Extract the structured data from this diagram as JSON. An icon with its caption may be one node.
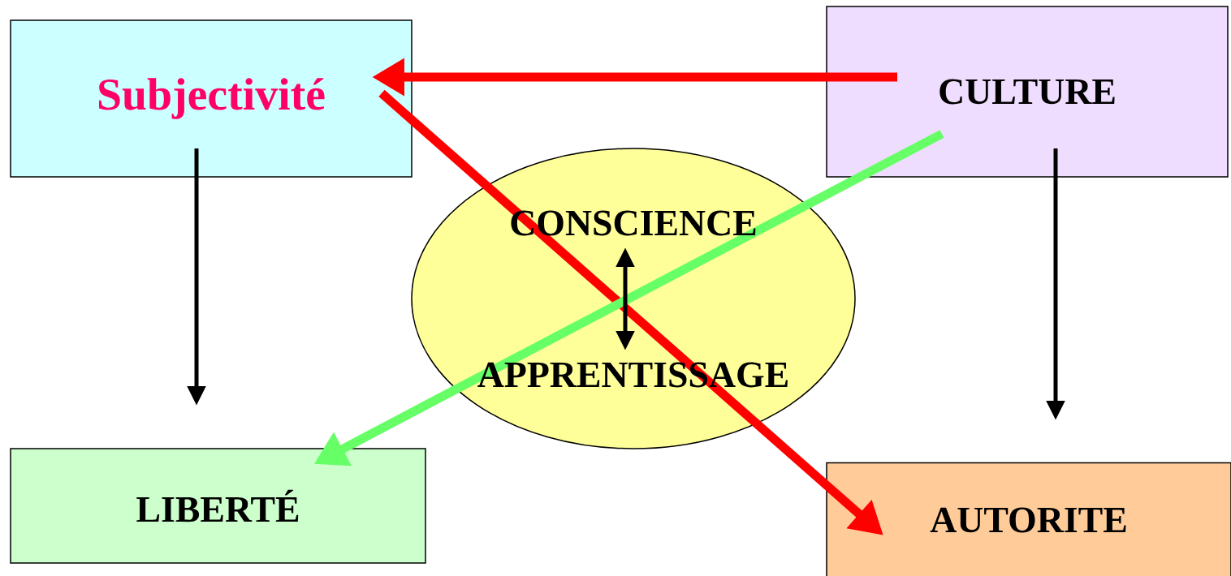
{
  "diagram": {
    "nodes": [
      {
        "text": [
          "Subjectivité"
        ]
      },
      {
        "text": [
          "CULTURE"
        ]
      },
      {
        "text": [],
        "shape": "ellipse"
      },
      {
        "text": [
          "CONSCIENCE"
        ],
        "in": 2
      },
      {
        "text": [
          "APPRENTISSAGE"
        ],
        "in": 2
      },
      {
        "text": [
          "LIBERTÉ"
        ]
      },
      {
        "text": [
          "AUTORITE"
        ]
      }
    ],
    "edges": [
      {
        "from": 1,
        "to": 0,
        "arrow": "to",
        "style": "thick",
        "color": "#ff0000"
      },
      {
        "from": 0,
        "to": 6,
        "arrow": "to",
        "style": "thick",
        "color": "#ff0000"
      },
      {
        "from": 1,
        "to": 5,
        "arrow": "to",
        "style": "thick",
        "color": "#66ff66"
      },
      {
        "from": 0,
        "to": 5,
        "arrow": "to"
      },
      {
        "from": 1,
        "to": 6,
        "arrow": "to"
      },
      {
        "from": 3,
        "to": 4,
        "arrow": "both"
      }
    ]
  }
}
